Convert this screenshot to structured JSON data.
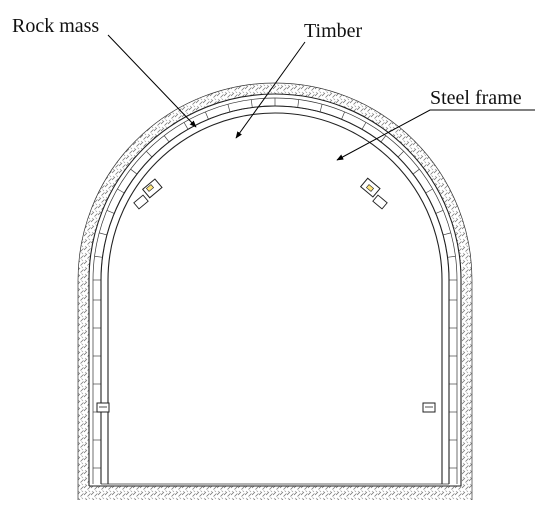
{
  "labels": {
    "rock_mass": "Rock mass",
    "timber": "Timber",
    "steel_frame": "Steel frame"
  },
  "colors": {
    "line": "#222222",
    "hatch": "#777777",
    "background": "#ffffff"
  }
}
